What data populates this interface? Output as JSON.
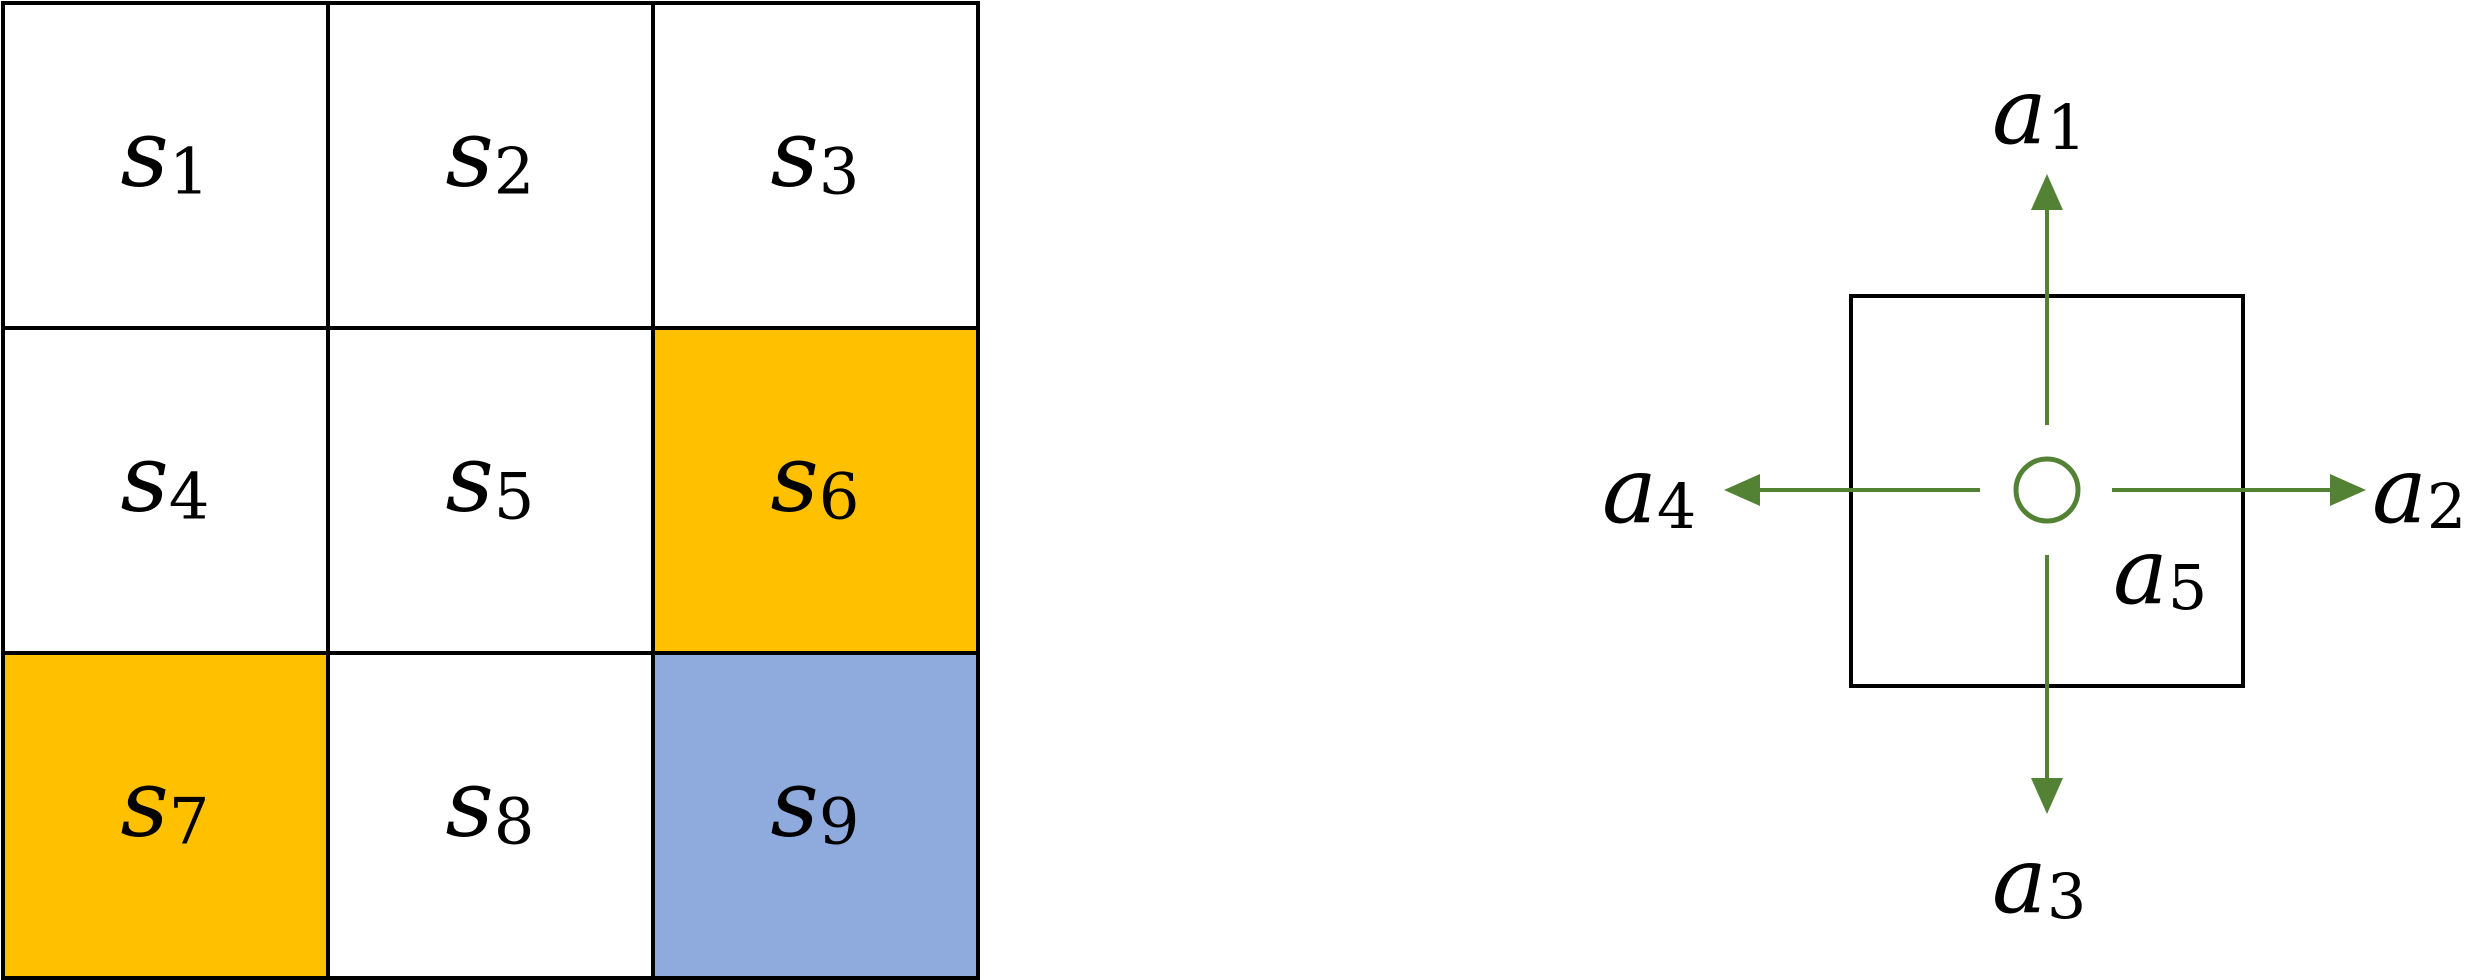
{
  "grid": {
    "rows": 3,
    "cols": 3,
    "cells": [
      {
        "base": "s",
        "sub": "1",
        "fill": "#ffffff"
      },
      {
        "base": "s",
        "sub": "2",
        "fill": "#ffffff"
      },
      {
        "base": "s",
        "sub": "3",
        "fill": "#ffffff"
      },
      {
        "base": "s",
        "sub": "4",
        "fill": "#ffffff"
      },
      {
        "base": "s",
        "sub": "5",
        "fill": "#ffffff"
      },
      {
        "base": "s",
        "sub": "6",
        "fill": "#ffc000"
      },
      {
        "base": "s",
        "sub": "7",
        "fill": "#ffc000"
      },
      {
        "base": "s",
        "sub": "8",
        "fill": "#ffffff"
      },
      {
        "base": "s",
        "sub": "9",
        "fill": "#8faadc"
      }
    ]
  },
  "actions": {
    "up": {
      "base": "a",
      "sub": "1"
    },
    "right": {
      "base": "a",
      "sub": "2"
    },
    "down": {
      "base": "a",
      "sub": "3"
    },
    "left": {
      "base": "a",
      "sub": "4"
    },
    "stay": {
      "base": "a",
      "sub": "5"
    }
  },
  "colors": {
    "arrow": "#548235",
    "border": "#000000",
    "text": "#000000"
  }
}
